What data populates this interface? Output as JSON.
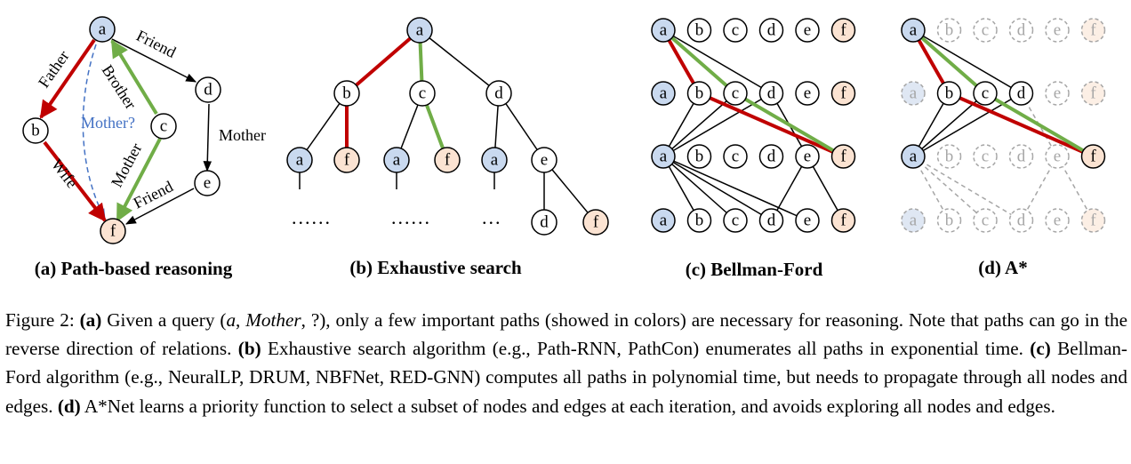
{
  "colors": {
    "blue_node": "#c9d9ef",
    "orange_node": "#fbe3d2",
    "red_path": "#c00000",
    "green_path": "#70ad47",
    "dashed_blue": "#4472c4",
    "gray": "#a6a6a6"
  },
  "panel_a": {
    "caption": "(a) Path-based reasoning",
    "nodes": {
      "a": "a",
      "b": "b",
      "c": "c",
      "d": "d",
      "e": "e",
      "f": "f"
    },
    "labels": {
      "father": "Father",
      "friend_top": "Friend",
      "brother": "Brother",
      "mother_query": "Mother?",
      "mother_right": "Mother",
      "wife": "Wife",
      "mother_green": "Mother",
      "friend_bottom": "Friend"
    }
  },
  "panel_b": {
    "caption": "(b) Exhaustive search",
    "root": "a",
    "level1": [
      "b",
      "c",
      "d"
    ],
    "level2": [
      "a",
      "f",
      "a",
      "f",
      "a",
      "e"
    ],
    "level3": [
      "d",
      "f"
    ],
    "ellipsis": [
      "......",
      "......",
      "..."
    ]
  },
  "panel_c": {
    "caption": "(c) Bellman-Ford",
    "row_nodes": [
      "a",
      "b",
      "c",
      "d",
      "e",
      "f"
    ]
  },
  "panel_d": {
    "caption": "(d) A*",
    "row_nodes": [
      "a",
      "b",
      "c",
      "d",
      "e",
      "f"
    ]
  },
  "figure_caption": {
    "prefix": "Figure 2: ",
    "a_tag": "(a)",
    "a_text1": " Given a query ",
    "q_open": "(",
    "q_a": "a",
    "q_sep1": ", ",
    "q_mother": "Mother",
    "q_sep2": ", ",
    "q_close": "?)",
    "a_text2": ", only a few important paths (showed in colors) are necessary for reasoning. Note that paths can go in the reverse direction of relations. ",
    "b_tag": "(b)",
    "b_text": " Exhaustive search algorithm (e.g., Path-RNN, PathCon) enumerates all paths in exponential time. ",
    "c_tag": "(c)",
    "c_text": " Bellman-Ford algorithm (e.g., NeuralLP, DRUM, NBFNet, RED-GNN) computes all paths in polynomial time, but needs to propagate through all nodes and edges. ",
    "d_tag": "(d)",
    "d_text": " A*Net learns a priority function to select a subset of nodes and edges at each iteration, and avoids exploring all nodes and edges."
  }
}
